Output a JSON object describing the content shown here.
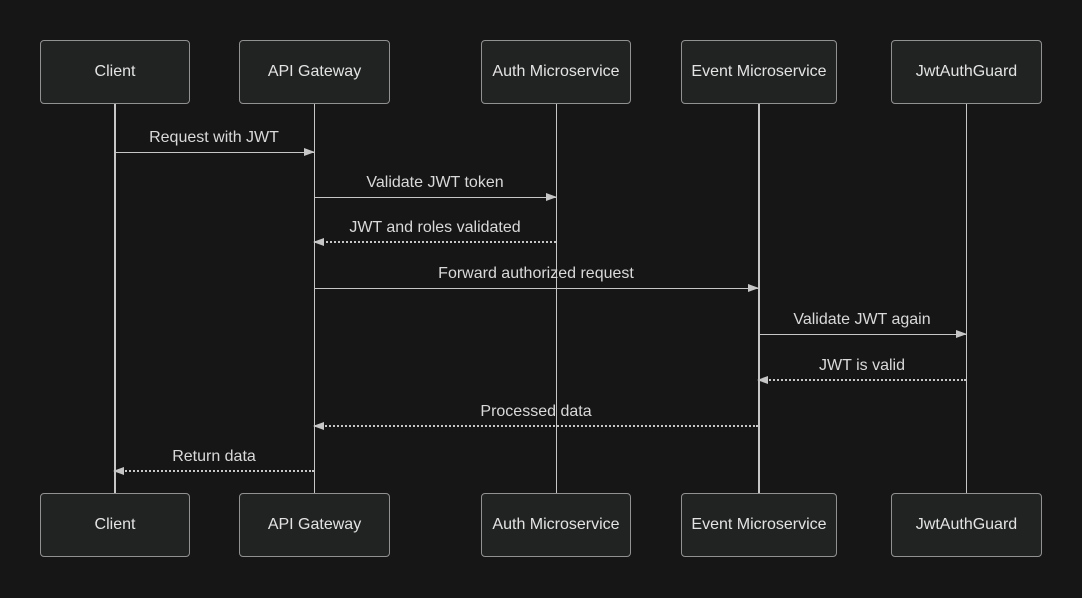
{
  "diagram": {
    "type": "sequence",
    "participants": [
      {
        "name": "Client"
      },
      {
        "name": "API Gateway"
      },
      {
        "name": "Auth Microservice"
      },
      {
        "name": "Event Microservice"
      },
      {
        "name": "JwtAuthGuard"
      }
    ],
    "messages": [
      {
        "from": "Client",
        "to": "API Gateway",
        "text": "Request with JWT",
        "line": "solid",
        "direction": "right"
      },
      {
        "from": "API Gateway",
        "to": "Auth Microservice",
        "text": "Validate JWT token",
        "line": "solid",
        "direction": "right"
      },
      {
        "from": "Auth Microservice",
        "to": "API Gateway",
        "text": "JWT and roles validated",
        "line": "dashed",
        "direction": "left"
      },
      {
        "from": "API Gateway",
        "to": "Event Microservice",
        "text": "Forward authorized request",
        "line": "solid",
        "direction": "right"
      },
      {
        "from": "Event Microservice",
        "to": "JwtAuthGuard",
        "text": "Validate JWT again",
        "line": "solid",
        "direction": "right"
      },
      {
        "from": "JwtAuthGuard",
        "to": "Event Microservice",
        "text": "JWT is valid",
        "line": "dashed",
        "direction": "left"
      },
      {
        "from": "Event Microservice",
        "to": "API Gateway",
        "text": "Processed data",
        "line": "dashed",
        "direction": "left"
      },
      {
        "from": "API Gateway",
        "to": "Client",
        "text": "Return data",
        "line": "dashed",
        "direction": "left"
      }
    ],
    "colors": {
      "background": "#161616",
      "actor_fill": "#212222",
      "actor_border": "#919191",
      "actor_text": "#e3e3e3",
      "message_text": "#d9d9d9",
      "line": "#c6c6c6"
    }
  }
}
